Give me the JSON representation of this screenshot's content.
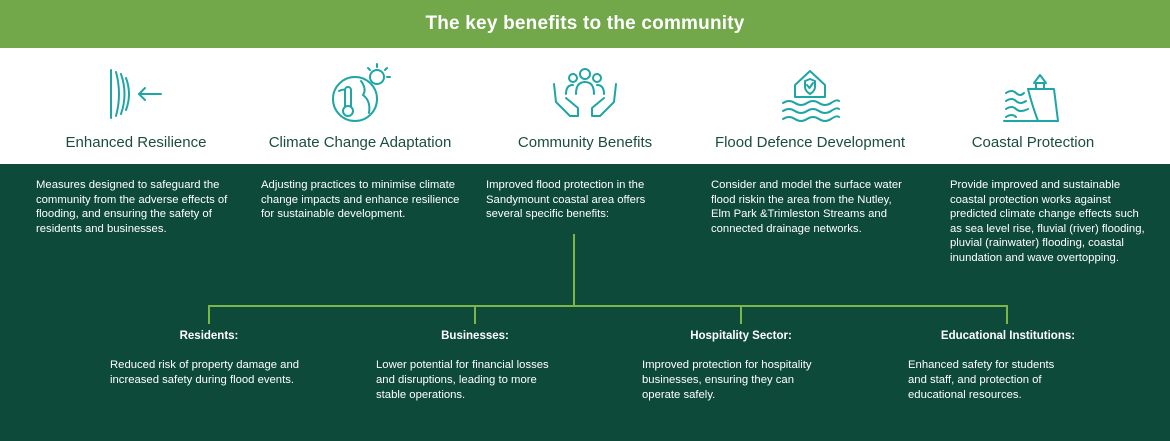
{
  "header": {
    "title": "The key benefits to the community"
  },
  "benefits": [
    {
      "icon": "resilience-waves-arrow-icon",
      "title": "Enhanced Resilience",
      "description": "Measures designed to safeguard the community from the adverse effects of flooding, and ensuring the safety of residents and businesses."
    },
    {
      "icon": "globe-thermometer-sun-icon",
      "title": "Climate Change Adaptation",
      "description": "Adjusting practices to minimise climate change impacts and enhance resilience for sustainable development."
    },
    {
      "icon": "hands-community-icon",
      "title": "Community Benefits",
      "description": "Improved flood protection in the Sandymount coastal area offers several specific benefits:"
    },
    {
      "icon": "house-shield-water-icon",
      "title": "Flood Defence Development",
      "description": "Consider and model the surface water flood riskin the area from the Nutley, Elm Park &Trimleston Streams and connected drainage networks."
    },
    {
      "icon": "cliff-waves-house-icon",
      "title": "Coastal Protection",
      "description": "Provide improved and sustainable coastal protection works against predicted climate change effects such as sea level rise, fluvial (river) flooding, pluvial (rainwater) flooding, coastal inundation and wave overtopping."
    }
  ],
  "community_benefits": [
    {
      "title": "Residents:",
      "text": "Reduced risk of property damage and increased safety during flood events."
    },
    {
      "title": "Businesses:",
      "text": "Lower potential for financial losses and disruptions, leading to more stable operations."
    },
    {
      "title": "Hospitality Sector:",
      "text": "Improved protection for hospitality businesses, ensuring they can operate safely."
    },
    {
      "title": "Educational Institutions:",
      "text": "Enhanced safety for students and staff, and protection of educational resources."
    }
  ],
  "colors": {
    "header_green": "#72a84a",
    "dark_green": "#0e4a3a",
    "teal_icon": "#1ea5a5",
    "title_green": "#1a4e3f",
    "connector_green": "#7ab648"
  }
}
